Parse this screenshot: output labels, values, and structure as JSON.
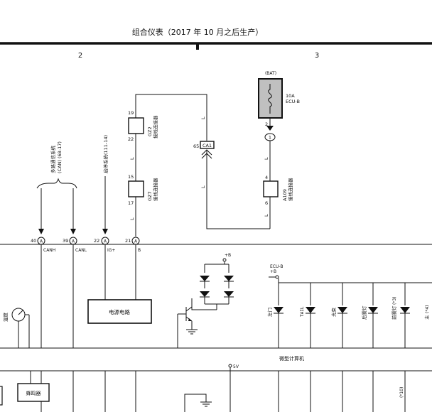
{
  "title": "组合仪表（2017 年 10 月之后生产）",
  "columns": {
    "col2": "2",
    "col3": "3"
  },
  "fuse": {
    "bat_label": "(BAT)",
    "rating": "10A",
    "name": "ECU-B",
    "pin_top": "2",
    "connector": "1"
  },
  "connectors": {
    "gz2": {
      "top_pin": "19",
      "bottom_pin": "22",
      "code": "GZ2",
      "desc": "接线连接器"
    },
    "gz7": {
      "top_pin": "15",
      "bottom_pin": "17",
      "code": "GZ7",
      "desc": "接线连接器"
    },
    "a109": {
      "top_pin": "4",
      "bottom_pin": "6",
      "code": "A109",
      "desc": "接线连接器"
    },
    "ca1": {
      "pin": "65",
      "code": "CA1"
    }
  },
  "wire_color": "L",
  "systems": {
    "multiplex": "多路通信系统",
    "multiplex_ref": "(CAN) (68-17)",
    "start_stop": "启停系统(111-14)"
  },
  "terminals": [
    {
      "pin": "40",
      "letter": "A",
      "signal": "CANH"
    },
    {
      "pin": "39",
      "letter": "A",
      "signal": "CANL"
    },
    {
      "pin": "22",
      "letter": "A",
      "signal": "IG+"
    },
    {
      "pin": "21",
      "letter": "A",
      "signal": "B"
    }
  ],
  "internal": {
    "power_circuit": "电源电路",
    "supply": "+B",
    "ecu_supply_1": "ECU-B",
    "ecu_supply_2": "+B",
    "temperature": "温度",
    "microcomputer": "微型计算机",
    "buzzer": "蜂鸣器",
    "vcc": "5V",
    "lamps": [
      "左门",
      "TAIL",
      "光束",
      "后雾灯",
      "前雾灯",
      "(*3)"
    ],
    "lamp_right_1": "主",
    "lamp_right_2": "(*4)",
    "bottom_note": "(*10)"
  }
}
